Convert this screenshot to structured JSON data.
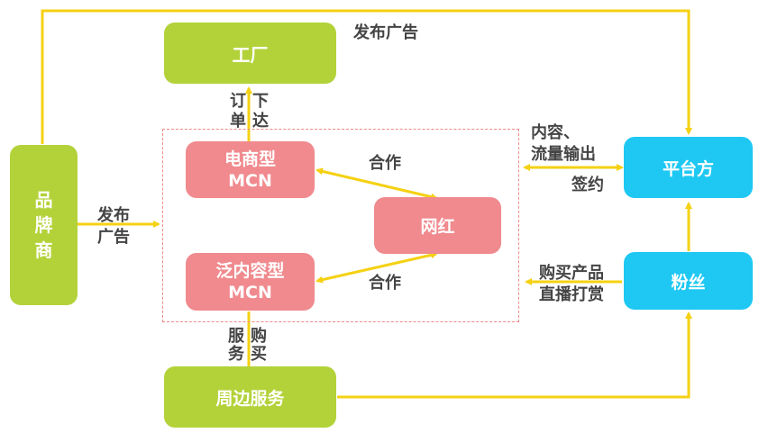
{
  "nodes": {
    "factory": "工厂",
    "brand": "品\n牌\n商",
    "ecommerce_mcn": [
      "电商型",
      "MCN"
    ],
    "general_mcn": [
      "泛内容型",
      "MCN"
    ],
    "influencer": "网红",
    "platform": "平台方",
    "fans": "粉丝",
    "services": "周边服务"
  },
  "labels": {
    "publish_ad_top": "发布广告",
    "publish_ad_left": [
      "发布",
      "广告"
    ],
    "order_col1": [
      "订",
      "单"
    ],
    "order_col2": [
      "下",
      "达"
    ],
    "coop_top": "合作",
    "coop_bottom": "合作",
    "content_output": [
      "内容、",
      "流量输出"
    ],
    "sign": "签约",
    "buy_reward": [
      "购买产品",
      "直播打赏"
    ],
    "service_col1": [
      "服",
      "务"
    ],
    "service_col2": [
      "购",
      "买"
    ]
  },
  "colors": {
    "arrow": "#f5d113",
    "green": "#b3d23a",
    "pink": "#f08a8e",
    "cyan": "#1ec8f2",
    "dashed": "#ee8888"
  }
}
